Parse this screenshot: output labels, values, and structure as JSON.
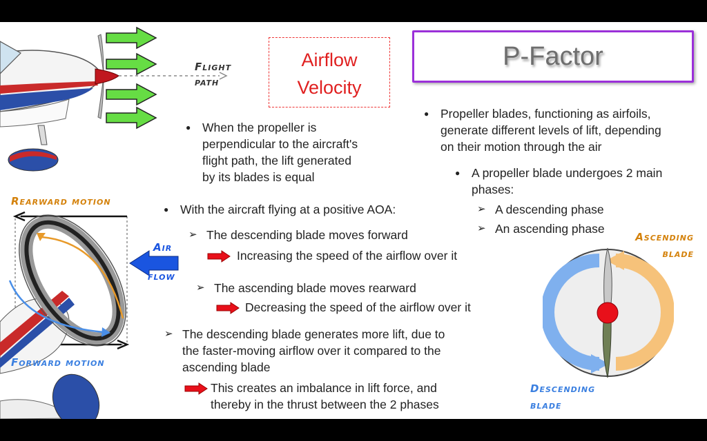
{
  "slide": {
    "title": "P-Factor",
    "callout": {
      "line1": "Airflow",
      "line2": "Velocity"
    },
    "labels": {
      "flight_path_1": "Flight",
      "flight_path_2": "path",
      "rearward_motion": "Rearward motion",
      "forward_motion": "Forward motion",
      "air": "Air",
      "flow": "flow",
      "ascending_1": "Ascending",
      "ascending_2": "blade",
      "descending_1": "Descending",
      "descending_2": "blade"
    },
    "bullets": {
      "perpendicular": [
        "When the propeller is",
        "perpendicular to the aircraft's",
        "flight path, the lift generated",
        "by its blades is equal"
      ],
      "airfoils": [
        "Propeller blades, functioning as airfoils,",
        "generate different levels of lift, depending",
        "on their motion through the air"
      ],
      "phases": [
        "A propeller blade undergoes 2 main",
        "phases:"
      ],
      "phase_desc": "A descending phase",
      "phase_asc": "An ascending phase",
      "positive_aoa": "With the aircraft flying at a positive AOA:",
      "desc_forward": "The descending blade moves forward",
      "desc_forward_result": "Increasing the speed of the airflow over it",
      "asc_rearward": "The ascending blade moves rearward",
      "asc_rearward_result": "Decreasing the speed of the airflow over it",
      "more_lift": [
        "The descending blade generates more lift, due to",
        "the faster-moving airflow over it compared to the",
        "ascending blade"
      ],
      "imbalance": [
        "This creates an imbalance in lift force, and",
        "thereby in the thrust between the 2 phases"
      ]
    },
    "colors": {
      "title_border": "#9b30d9",
      "callout_red": "#e02020",
      "green_arrow": "#66dd44",
      "blue_arrow": "#1a55e0",
      "orange_label": "#d4820c",
      "blue_label": "#3a7fe0",
      "hub_red": "#e8101a"
    }
  }
}
